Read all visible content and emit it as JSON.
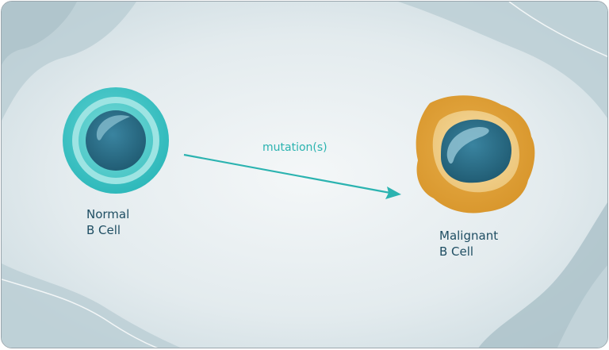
{
  "diagram": {
    "source_cell": {
      "label_line1": "Normal",
      "label_line2": "B Cell",
      "colors": {
        "outer": "#36c1c2",
        "ring": "#8fe1e1",
        "inner": "#62d0d0",
        "nucleus": "#2a6d86"
      }
    },
    "target_cell": {
      "label_line1": "Malignant",
      "label_line2": "B Cell",
      "colors": {
        "outer": "#e2a33c",
        "inner": "#f2d08c",
        "nucleus": "#2a6d86"
      }
    },
    "transition": {
      "label": "mutation(s)",
      "color": "#2bb3b0"
    },
    "background": {
      "center": "#f2f6f7",
      "edge": "#cfdde2",
      "wave": "#a9c0c9"
    }
  }
}
